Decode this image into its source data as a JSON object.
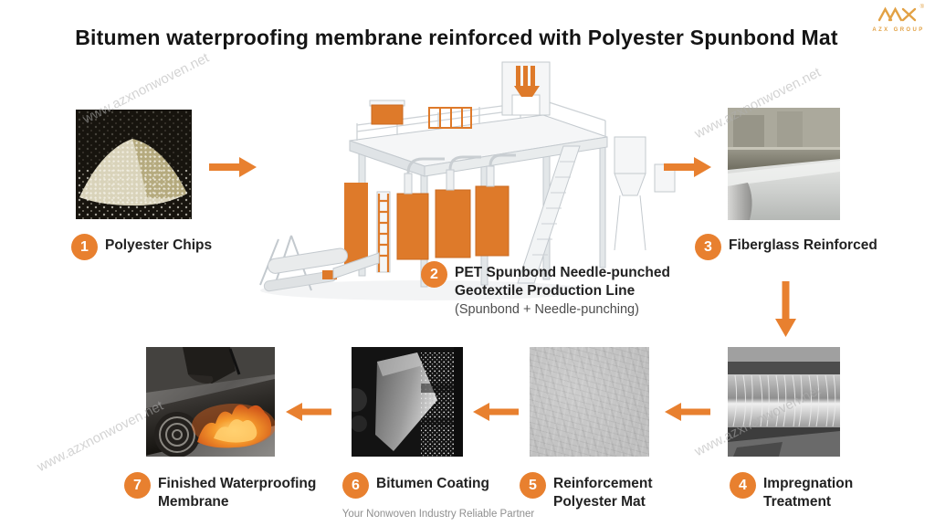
{
  "title": "Bitumen waterproofing membrane reinforced with Polyester Spunbond Mat",
  "logo": {
    "name": "AZX GROUP",
    "registered": "®"
  },
  "watermark": "www.azxnonwoven.net",
  "footer": "Your Nonwoven Industry Reliable Partner",
  "colors": {
    "accent_orange": "#E8802F",
    "machine_orange": "#DE7A2A",
    "logo_gold": "#E2A144",
    "title_text": "#141414",
    "label_text": "#222222",
    "sub_text": "#4D4D4D",
    "footer_gray": "#8F8F8F",
    "watermark_gray": "#AFAFAF"
  },
  "steps": [
    {
      "num": "1",
      "lines": [
        "Polyester Chips"
      ]
    },
    {
      "num": "2",
      "lines": [
        "PET Spunbond Needle-punched",
        "Geotextile Production Line"
      ],
      "sub": "(Spunbond + Needle-punching)"
    },
    {
      "num": "3",
      "lines": [
        "Fiberglass Reinforced"
      ]
    },
    {
      "num": "4",
      "lines": [
        "Impregnation",
        "Treatment"
      ]
    },
    {
      "num": "5",
      "lines": [
        "Reinforcement",
        "Polyester Mat"
      ]
    },
    {
      "num": "6",
      "lines": [
        "Bitumen Coating"
      ]
    },
    {
      "num": "7",
      "lines": [
        "Finished Waterproofing",
        "Membrane"
      ]
    }
  ]
}
